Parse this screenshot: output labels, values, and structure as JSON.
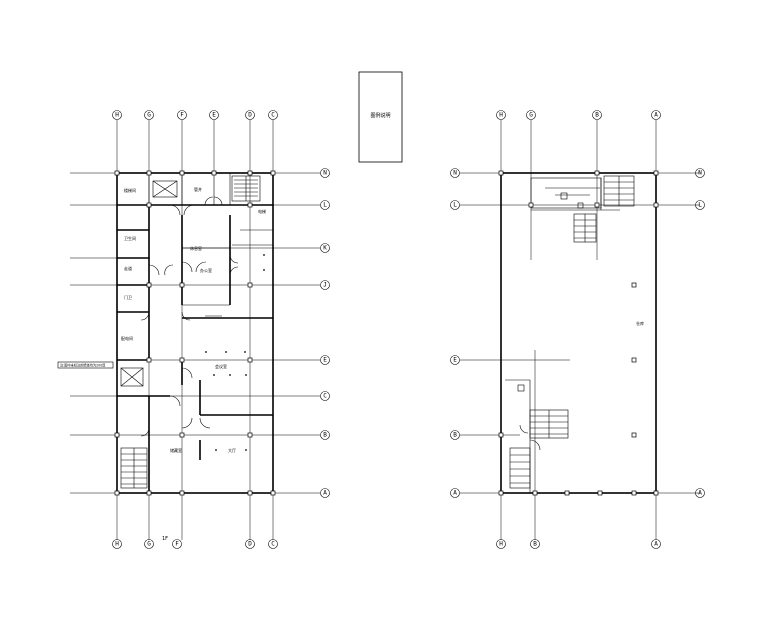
{
  "legend_box": {
    "text": "图例说明"
  },
  "left_plan": {
    "title_mark": "1F",
    "note": "注:图中未标注的墙体均为200厚",
    "rooms": [
      "楼梯间",
      "电梯",
      "卫生间",
      "管井",
      "走道",
      "休息室",
      "办公室",
      "配电间",
      "会议室",
      "储藏室",
      "大厅",
      "门卫"
    ],
    "top_axes": [
      "H",
      "G",
      "F",
      "E",
      "D",
      "C"
    ],
    "bottom_axes": [
      "H",
      "G",
      "F",
      "D",
      "C"
    ],
    "right_axes": [
      "N",
      "L",
      "K",
      "J",
      "E",
      "C",
      "B",
      "A"
    ]
  },
  "right_plan": {
    "top_axes": [
      "H",
      "G",
      "B",
      "A"
    ],
    "bottom_axes": [
      "H",
      "B",
      "A"
    ],
    "left_axes": [
      "N",
      "L",
      "E",
      "B",
      "A"
    ],
    "right_axes": [
      "N",
      "L",
      "A"
    ],
    "rooms": [
      "仓库"
    ]
  }
}
